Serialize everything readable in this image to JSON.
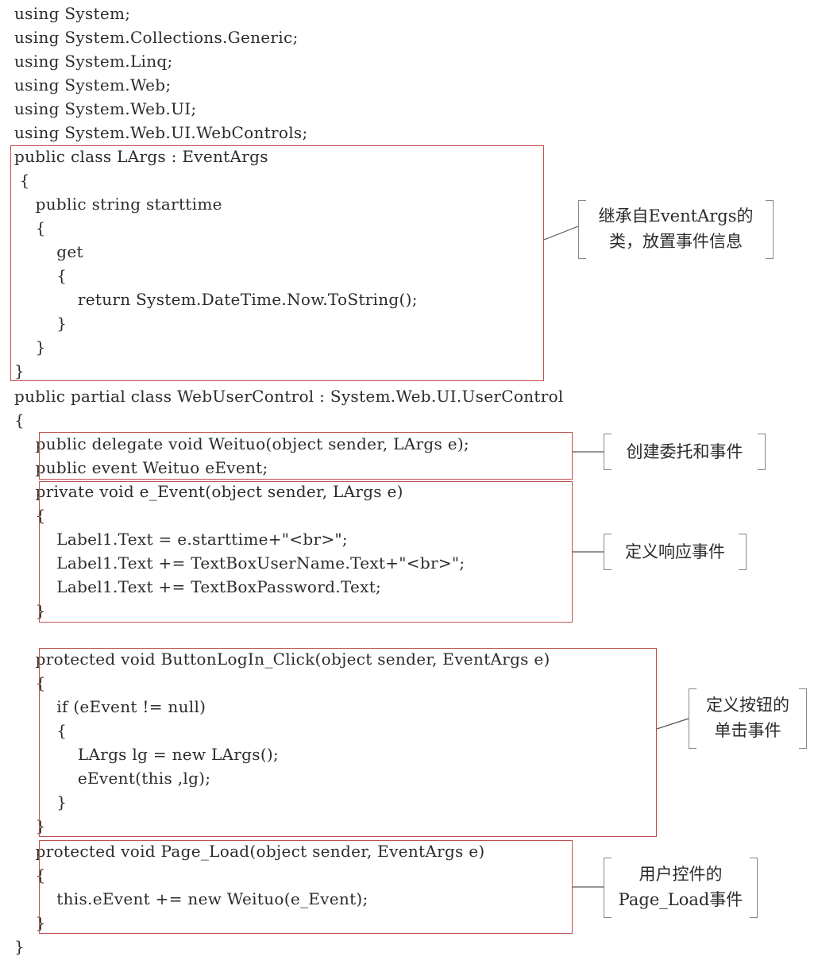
{
  "code_lines": [
    "using System;",
    "using System.Collections.Generic;",
    "using System.Linq;",
    "using System.Web;",
    "using System.Web.UI;",
    "using System.Web.UI.WebControls;",
    "public class LArgs : EventArgs",
    " {",
    "    public string starttime",
    "    {",
    "        get",
    "        {",
    "            return System.DateTime.Now.ToString();",
    "        }",
    "    }",
    "}",
    "public partial class WebUserControl : System.Web.UI.UserControl",
    "{",
    "    public delegate void Weituo(object sender, LArgs e);",
    "    public event Weituo eEvent;",
    "    private void e_Event(object sender, LArgs e)",
    "    {",
    "        Label1.Text = e.starttime+\"<br>\";",
    "        Label1.Text += TextBoxUserName.Text+\"<br>\";",
    "        Label1.Text += TextBoxPassword.Text;",
    "    }",
    "",
    "    protected void ButtonLogIn_Click(object sender, EventArgs e)",
    "    {",
    "        if (eEvent != null)",
    "        {",
    "            LArgs lg = new LArgs();",
    "            eEvent(this ,lg);",
    "        }",
    "    }",
    "    protected void Page_Load(object sender, EventArgs e)",
    "    {",
    "        this.eEvent += new Weituo(e_Event);",
    "    }",
    "}"
  ],
  "annotations": {
    "eventargs_class": [
      "继承自EventArgs的",
      "类，放置事件信息"
    ],
    "delegate_event": [
      "创建委托和事件"
    ],
    "handler": [
      "定义响应事件"
    ],
    "button_click": [
      "定义按钮的",
      "单击事件"
    ],
    "page_load": [
      "用户控件的",
      "Page_Load事件"
    ]
  },
  "colors": {
    "box_border": "#c0504d",
    "text": "#2b2b2b",
    "bracket": "#888888"
  }
}
